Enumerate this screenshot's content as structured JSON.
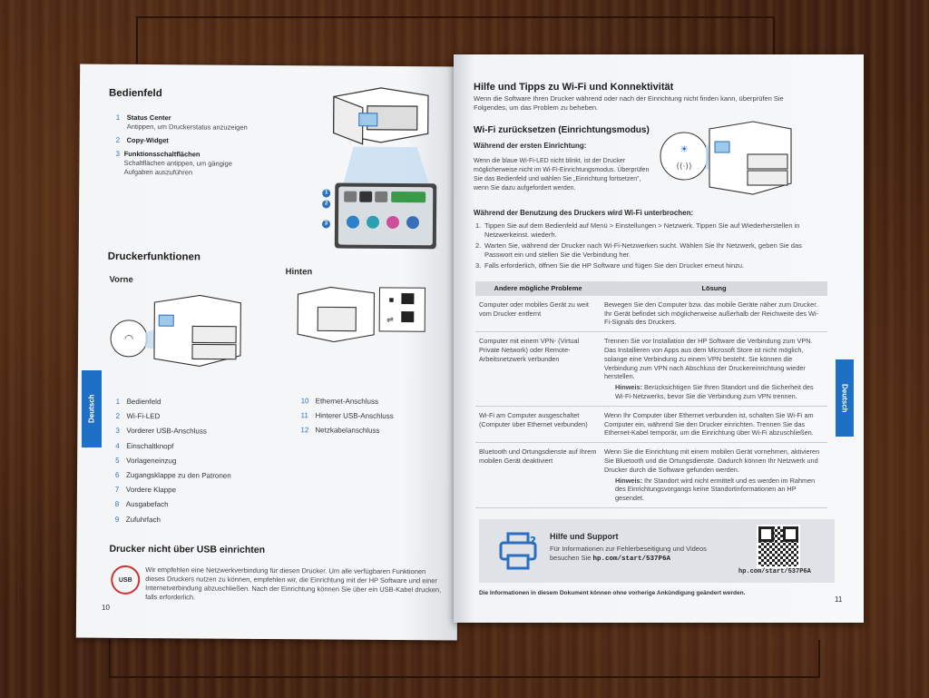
{
  "left": {
    "bedienfeld": {
      "title": "Bedienfeld",
      "items": [
        {
          "n": "1",
          "title": "Status Center",
          "desc": "Antippen, um Druckerstatus anzuzeigen"
        },
        {
          "n": "2",
          "title": "Copy-Widget",
          "desc": ""
        },
        {
          "n": "3",
          "title": "Funktionsschaltflächen",
          "desc": "Schaltflächen antippen, um gängige Aufgaben auszuführen"
        }
      ],
      "callouts": [
        "1",
        "2",
        "3"
      ]
    },
    "funktionen": {
      "title": "Druckerfunktionen",
      "front_label": "Vorne",
      "back_label": "Hinten",
      "list_left": [
        {
          "n": "1",
          "label": "Bedienfeld"
        },
        {
          "n": "2",
          "label": "Wi-Fi-LED"
        },
        {
          "n": "3",
          "label": "Vorderer USB-Anschluss"
        },
        {
          "n": "4",
          "label": "Einschaltknopf"
        },
        {
          "n": "5",
          "label": "Vorlageneinzug"
        },
        {
          "n": "6",
          "label": "Zugangsklappe zu den Patronen"
        },
        {
          "n": "7",
          "label": "Vordere Klappe"
        },
        {
          "n": "8",
          "label": "Ausgabefach"
        },
        {
          "n": "9",
          "label": "Zufuhrfach"
        }
      ],
      "list_right": [
        {
          "n": "10",
          "label": "Ethernet-Anschluss"
        },
        {
          "n": "11",
          "label": "Hinterer USB-Anschluss"
        },
        {
          "n": "12",
          "label": "Netzkabelanschluss"
        }
      ]
    },
    "usb": {
      "title": "Drucker nicht über USB einrichten",
      "icon_text": "USB",
      "text": "Wir empfehlen eine Netzwerkverbindung für diesen Drucker. Um alle verfügbaren Funktionen dieses Druckers nutzen zu können, empfehlen wir, die Einrichtung mit der HP Software und einer Internetverbindung abzuschließen. Nach der Einrichtung können Sie über ein USB-Kabel drucken, falls erforderlich."
    },
    "page_number": "10",
    "tab": "Deutsch"
  },
  "right": {
    "title": "Hilfe und Tipps zu Wi-Fi und Konnektivität",
    "intro": "Wenn die Software Ihren Drucker während oder nach der Einrichtung nicht finden kann, überprüfen Sie Folgendes, um das Problem zu beheben.",
    "reset_title": "Wi-Fi zurücksetzen (Einrichtungsmodus)",
    "first_setup_title": "Während der ersten Einrichtung:",
    "first_setup_text": "Wenn die blaue Wi-Fi-LED nicht blinkt, ist der Drucker möglicherweise nicht im Wi-Fi-Einrichtungsmodus. Überprüfen Sie das Bedienfeld und wählen Sie „Einrichtung fortsetzen“, wenn Sie dazu aufgefordert werden.",
    "interrupt_title": "Während der Benutzung des Druckers wird Wi-Fi unterbrochen:",
    "steps": [
      {
        "n": "1.",
        "text": "Tippen Sie auf dem Bedienfeld auf Menü > Einstellungen > Netzwerk. Tippen Sie auf Wiederherstellen in Netzwerkeinst. wiederh."
      },
      {
        "n": "2.",
        "text": "Warten Sie, während der Drucker nach Wi-Fi-Netzwerken sucht. Wählen Sie Ihr Netzwerk, geben Sie das Passwort ein und stellen Sie die Verbindung her."
      },
      {
        "n": "3.",
        "text": "Falls erforderlich, öffnen Sie die HP Software und fügen Sie den Drucker erneut hinzu."
      }
    ],
    "table": {
      "headers": [
        "Andere mögliche Probleme",
        "Lösung"
      ],
      "rows": [
        {
          "problem": "Computer oder mobiles Gerät zu weit vom Drucker entfernt",
          "solution": "Bewegen Sie den Computer bzw. das mobile Geräte näher zum Drucker. Ihr Gerät befindet sich möglicherweise außerhalb der Reichweite des Wi-Fi-Signals des Druckers.",
          "note_label": "",
          "note": ""
        },
        {
          "problem": "Computer mit einem VPN- (Virtual Private Network) oder Remote-Arbeitsnetzwerk verbunden",
          "solution": "Trennen Sie vor Installation der HP Software die Verbindung zum VPN. Das Installieren von Apps aus dem Microsoft Store ist nicht möglich, solange eine Verbindung zu einem VPN besteht. Sie können die Verbindung zum VPN nach Abschluss der Druckereinrichtung wieder herstellen.",
          "note_label": "Hinweis:",
          "note": "Berücksichtigen Sie Ihren Standort und die Sicherheit des Wi-Fi-Netzwerks, bevor Sie die Verbindung zum VPN trennen."
        },
        {
          "problem": "Wi-Fi am Computer ausgeschaltet (Computer über Ethernet verbunden)",
          "solution": "Wenn Ihr Computer über Ethernet verbunden ist, schalten Sie Wi-Fi am Computer ein, während Sie den Drucker einrichten. Trennen Sie das Ethernet-Kabel temporär, um die Einrichtung über Wi-Fi abzuschließen.",
          "note_label": "",
          "note": ""
        },
        {
          "problem": "Bluetooth und Ortungsdienste auf Ihrem mobilen Gerät deaktiviert",
          "solution": "Wenn Sie die Einrichtung mit einem mobilen Gerät vornehmen, aktivieren Sie Bluetooth und die Ortungsdienste. Dadurch können Ihr Netzwerk und Drucker durch die Software gefunden werden.",
          "note_label": "Hinweis:",
          "note": "Ihr Standort wird nicht ermittelt und es werden im Rahmen des Einrichtungsvorgangs keine Standortinformationen an HP gesendet."
        }
      ]
    },
    "help": {
      "title": "Hilfe und Support",
      "text": "Für Informationen zur Fehlerbeseitigung und Videos besuchen Sie",
      "url": "hp.com/start/537P6A",
      "qr_caption": "hp.com/start/537P6A"
    },
    "disclaimer": "Die Informationen in diesem Dokument können ohne vorherige Ankündigung geändert werden.",
    "page_number": "11",
    "tab": "Deutsch"
  },
  "colors": {
    "accent": "#1e6fc6",
    "page": "#f4f6f8",
    "wood": "#4a2715"
  }
}
